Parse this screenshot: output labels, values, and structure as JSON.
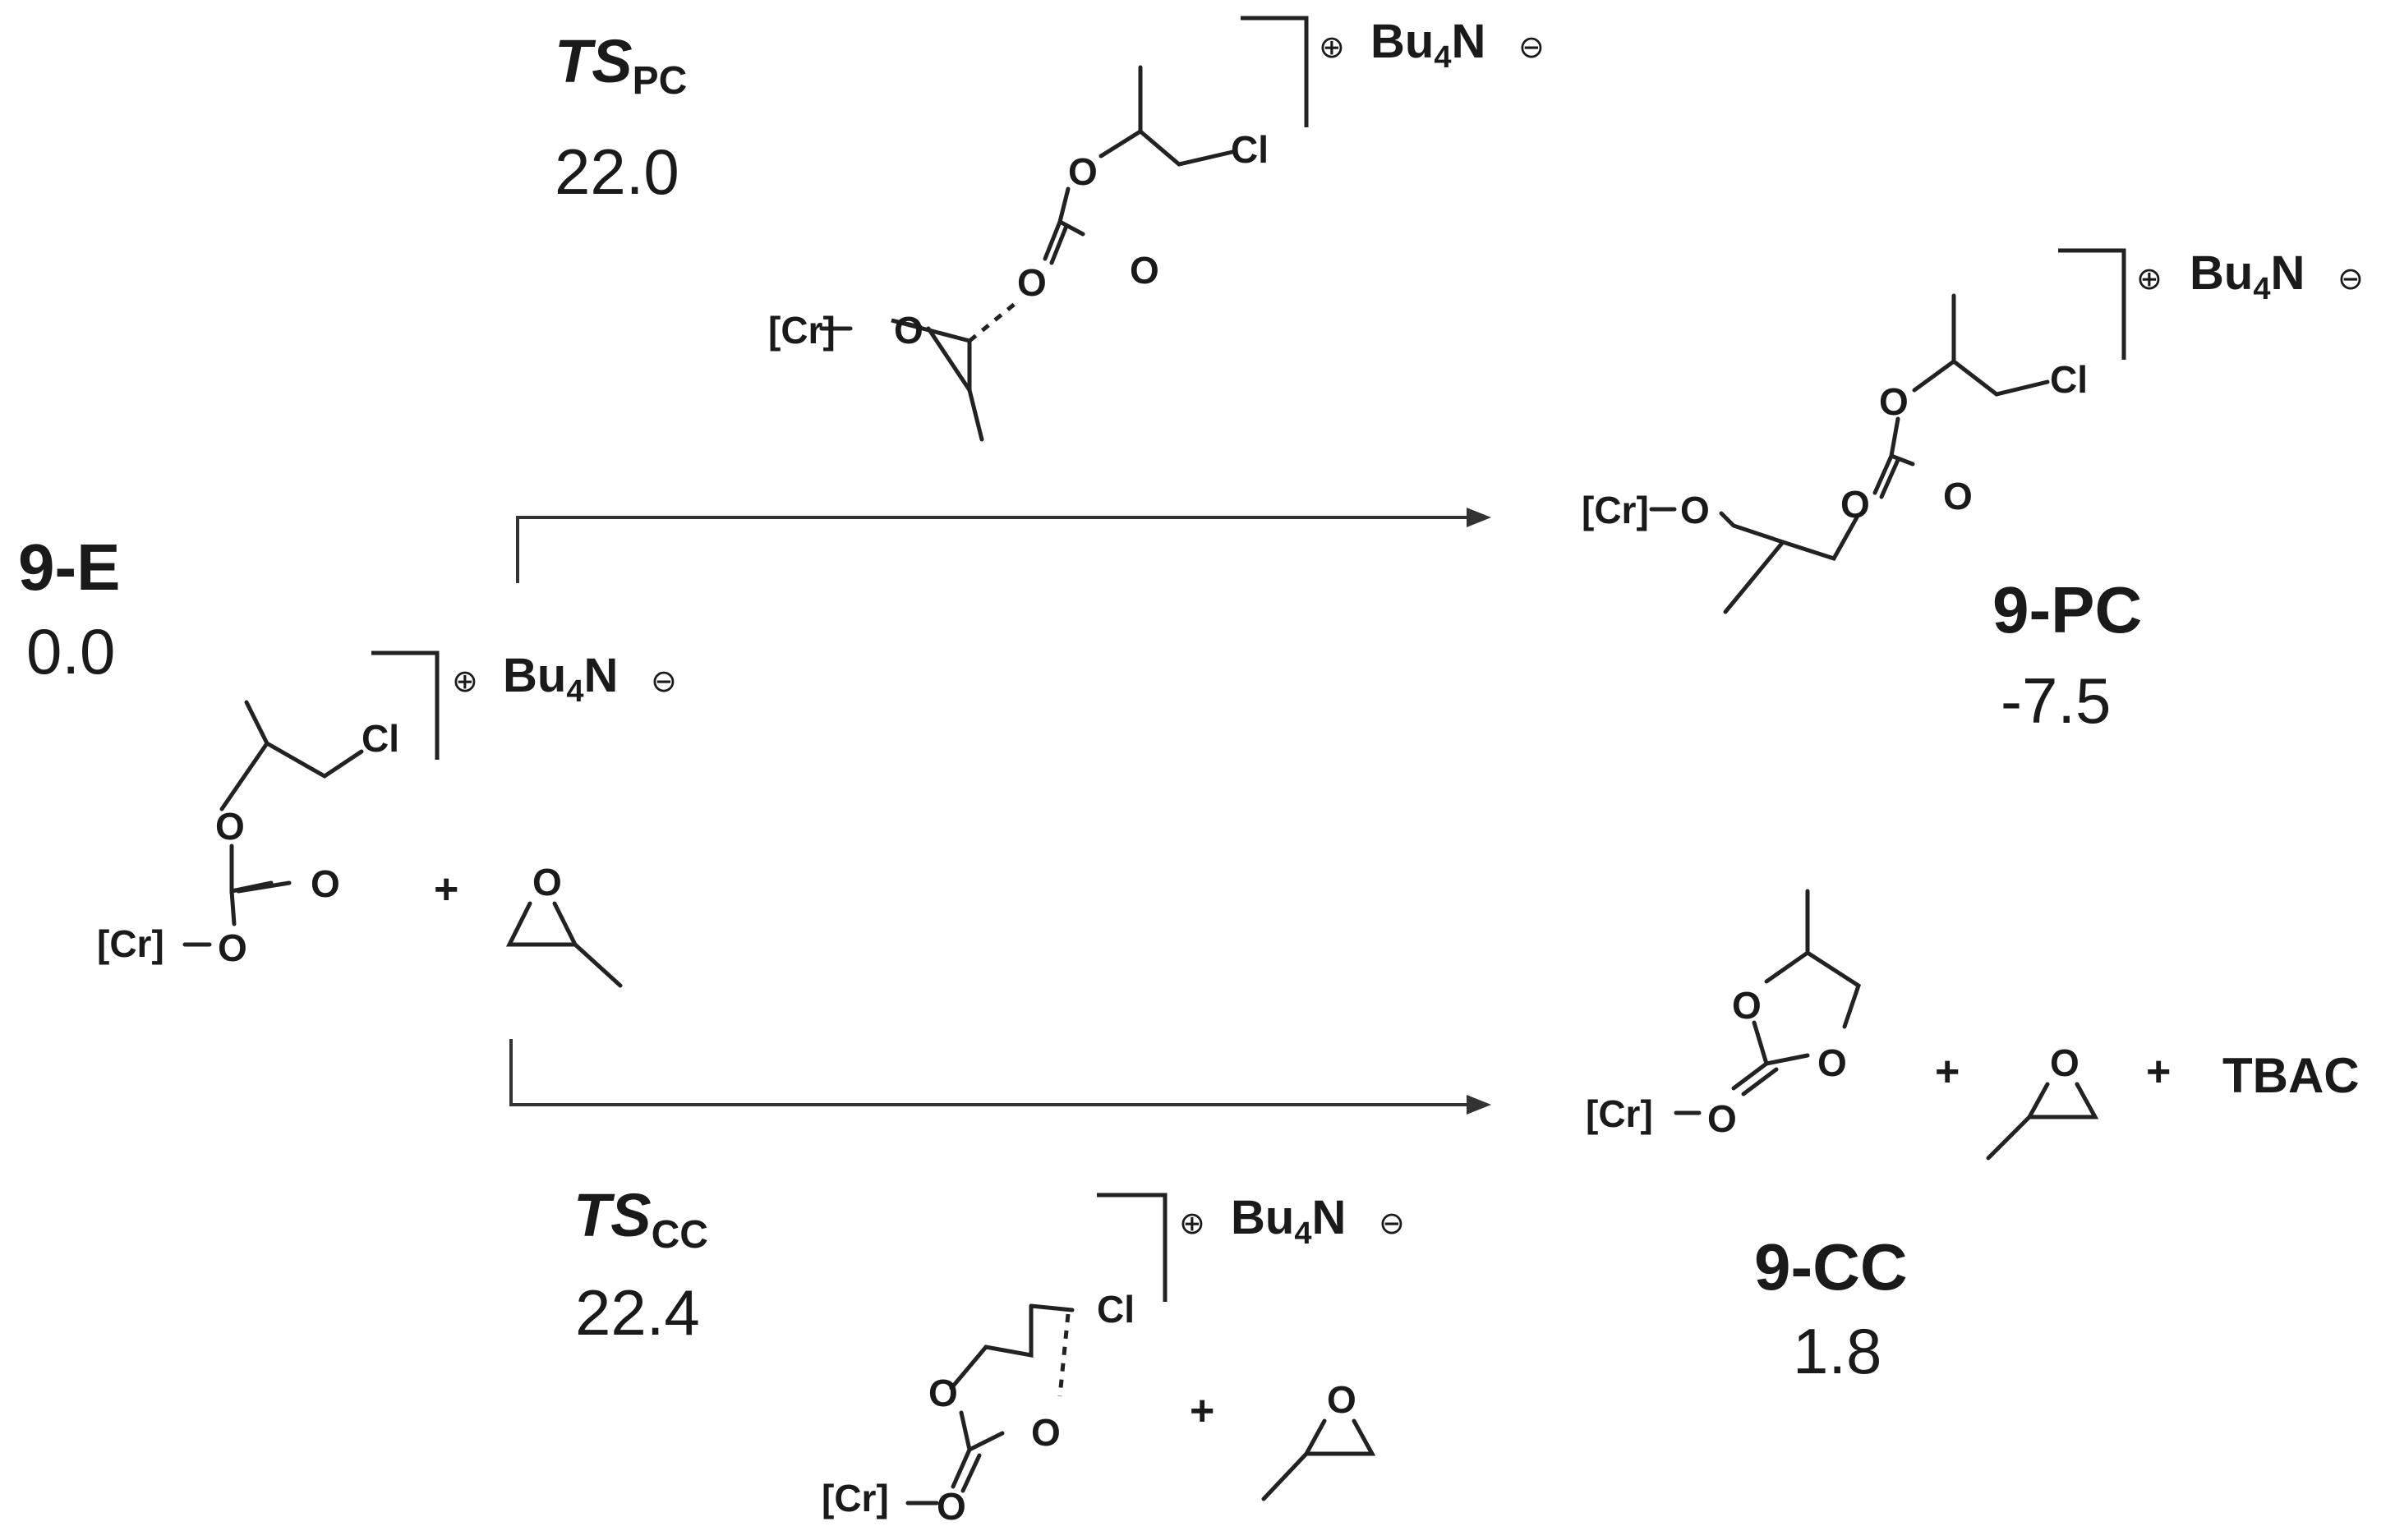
{
  "states": {
    "e": {
      "label": "9-E",
      "energy": "0.0"
    },
    "pc": {
      "label": "9-PC",
      "energy": "-7.5"
    },
    "cc": {
      "label": "9-CC",
      "energy": "1.8"
    },
    "tspc": {
      "ts": "TS",
      "sub": "PC",
      "energy": "22.0"
    },
    "tscc": {
      "ts": "TS",
      "sub": "CC",
      "energy": "22.4"
    }
  },
  "atoms": {
    "cr": "[Cr]",
    "o": "O",
    "cl": "Cl"
  },
  "counterion": {
    "base": "Bu",
    "sub": "4",
    "n": "N",
    "plus": "⊕",
    "minus": "⊖"
  },
  "plus": "+",
  "tbac": "TBAC"
}
